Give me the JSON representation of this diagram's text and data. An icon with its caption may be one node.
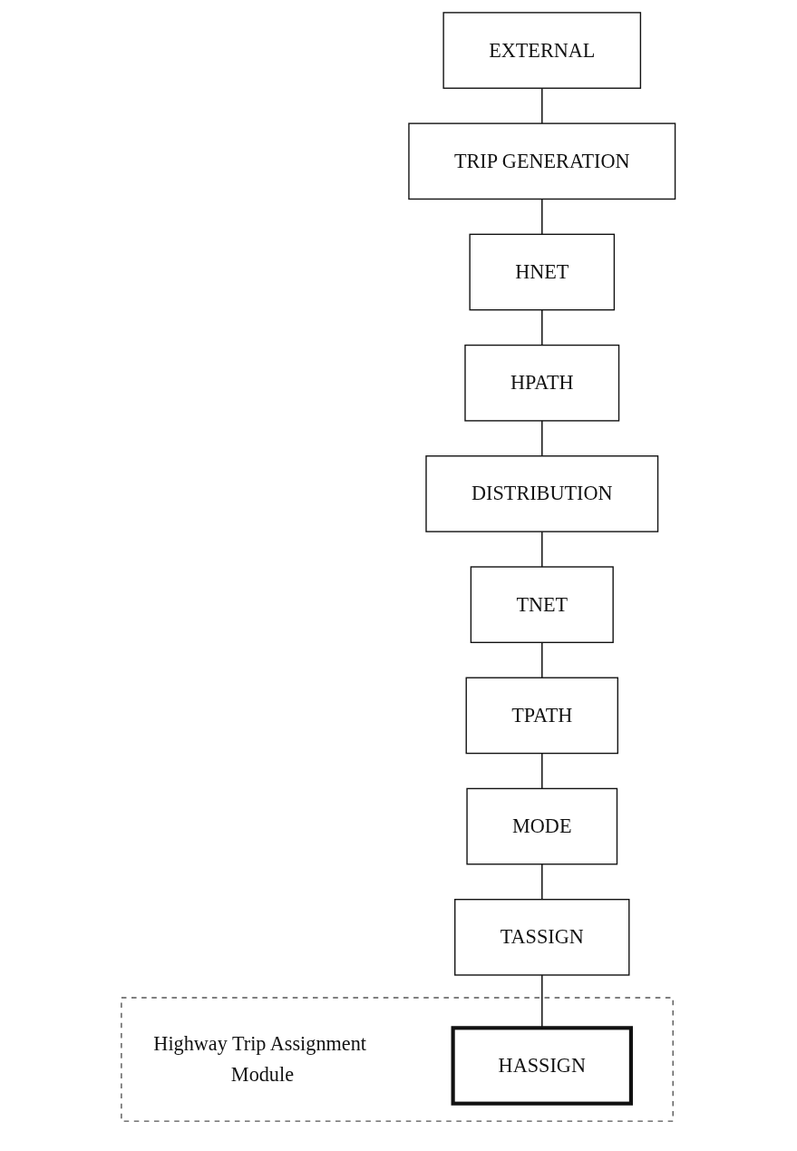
{
  "diagram": {
    "nodes": [
      {
        "text": [
          "EXTERNAL"
        ]
      },
      {
        "text": [
          "TRIP GENERATION"
        ]
      },
      {
        "text": [
          "HNET"
        ]
      },
      {
        "text": [
          "HPATH"
        ]
      },
      {
        "text": [
          "DISTRIBUTION"
        ]
      },
      {
        "text": [
          "TNET"
        ]
      },
      {
        "text": [
          "TPATH"
        ]
      },
      {
        "text": [
          "MODE"
        ]
      },
      {
        "text": [
          "TASSIGN"
        ]
      },
      {
        "text": [
          "Highway Trip Assignment Module"
        ]
      },
      {
        "text": [
          "HASSIGN"
        ],
        "in": 9
      }
    ],
    "edges": [
      {
        "from": 0,
        "to": 1,
        "arrow": "none"
      },
      {
        "from": 1,
        "to": 2,
        "arrow": "none"
      },
      {
        "from": 2,
        "to": 3,
        "arrow": "none"
      },
      {
        "from": 3,
        "to": 4,
        "arrow": "none"
      },
      {
        "from": 4,
        "to": 5,
        "arrow": "none"
      },
      {
        "from": 5,
        "to": 6,
        "arrow": "none"
      },
      {
        "from": 6,
        "to": 7,
        "arrow": "none"
      },
      {
        "from": 7,
        "to": 8,
        "arrow": "none"
      },
      {
        "from": 8,
        "to": 10,
        "arrow": "none"
      }
    ]
  }
}
